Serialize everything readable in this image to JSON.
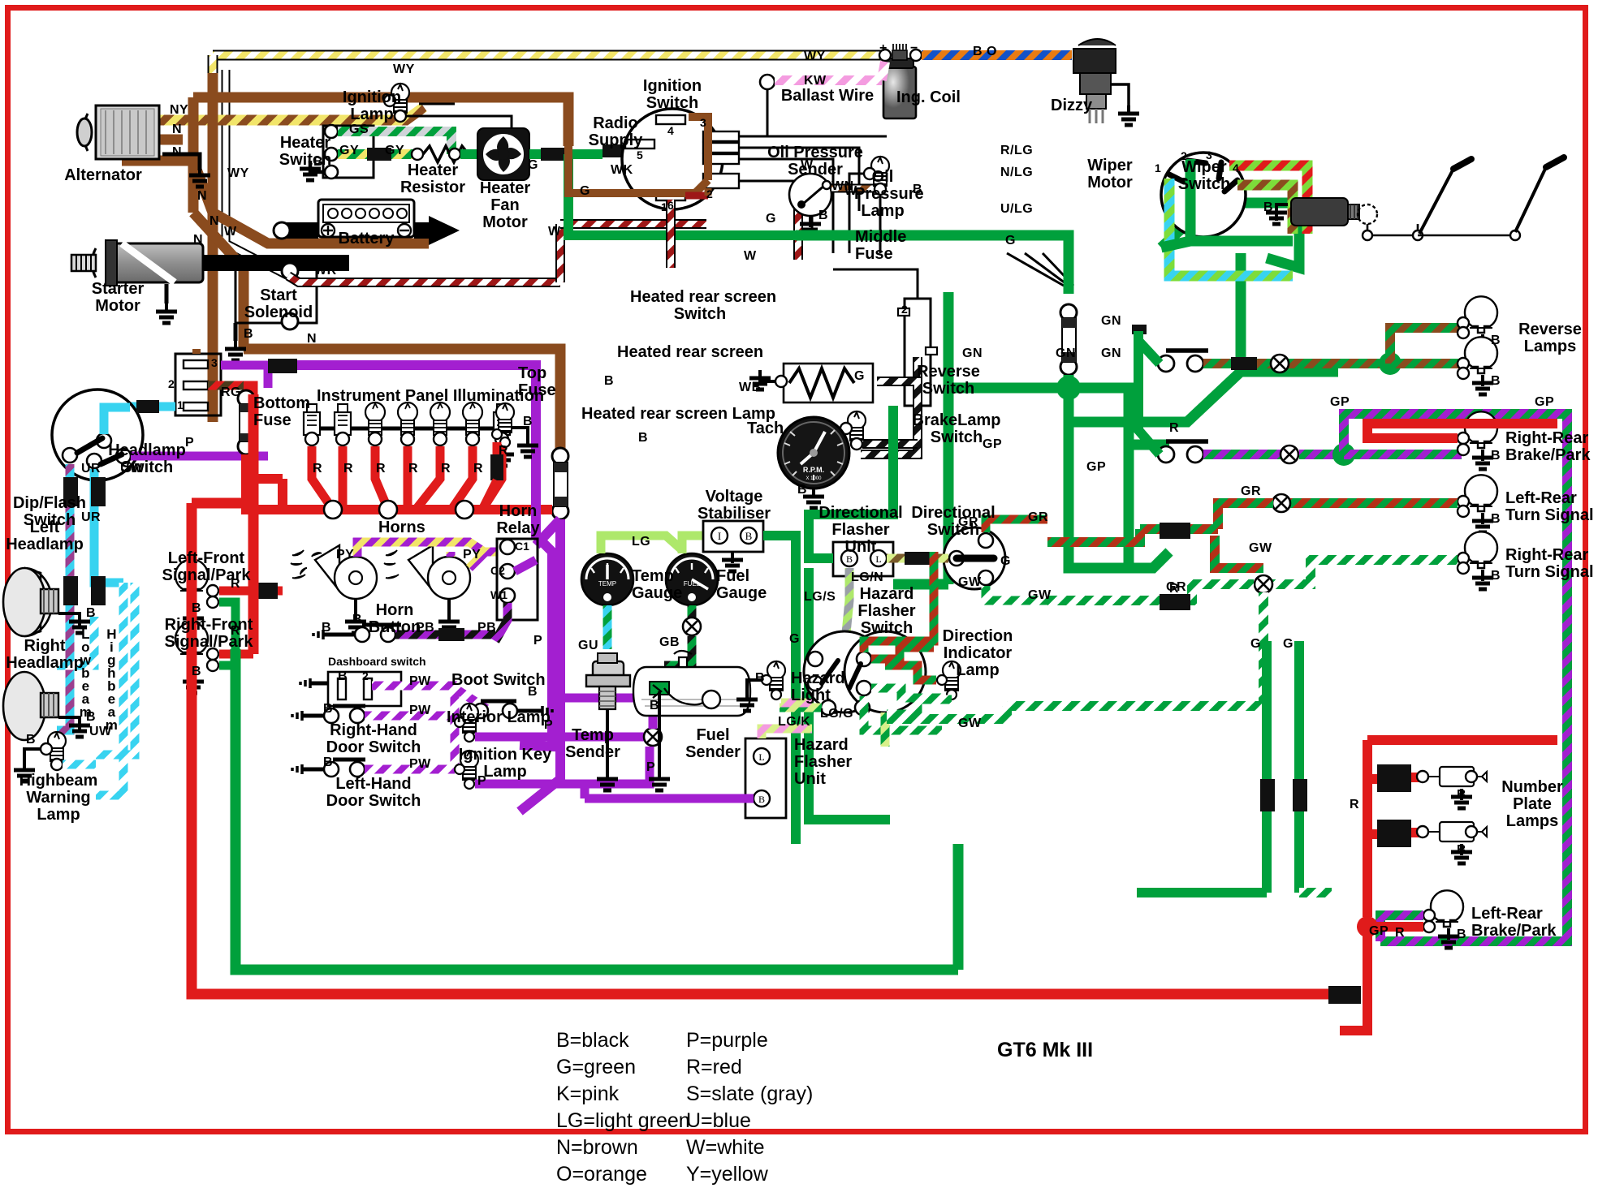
{
  "diagram": {
    "title": "GT6 Mk III",
    "legend": {
      "col1": [
        "B=black",
        "G=green",
        "K=pink",
        "LG=light green",
        "N=brown",
        "O=orange"
      ],
      "col2": [
        "P=purple",
        "R=red",
        "S=slate (gray)",
        "U=blue",
        "W=white",
        "Y=yellow"
      ]
    },
    "colors": {
      "black": "#000000",
      "green": "#00a03c",
      "light_green": "#aee86b",
      "pink": "#f49ce0",
      "brown": "#8a4b1e",
      "orange": "#e87b12",
      "purple": "#a31fd0",
      "red": "#e01b1b",
      "slate": "#9aa0a6",
      "blue": "#1352c8",
      "cyan": "#38d3f0",
      "white": "#ffffff",
      "yellow": "#f2e56a",
      "border": "#e01b1b"
    },
    "components": [
      {
        "id": "alternator",
        "label": "Alternator"
      },
      {
        "id": "starter-motor",
        "label": "Starter\nMotor"
      },
      {
        "id": "battery",
        "label": "Battery"
      },
      {
        "id": "start-solenoid",
        "label": "Start\nSolenoid"
      },
      {
        "id": "ignition-lamp",
        "label": "Ignition\nLamp"
      },
      {
        "id": "heater-switch",
        "label": "Heater\nSwitch"
      },
      {
        "id": "heater-resistor",
        "label": "Heater\nResistor"
      },
      {
        "id": "heater-fan-motor",
        "label": "Heater\nFan\nMotor"
      },
      {
        "id": "radio-supply",
        "label": "Radio\nSupply"
      },
      {
        "id": "ignition-switch",
        "label": "Ignition\nSwitch"
      },
      {
        "id": "ballast-wire",
        "label": "Ballast Wire"
      },
      {
        "id": "ing-coil",
        "label": "Ing. Coil"
      },
      {
        "id": "dizzy",
        "label": "Dizzy"
      },
      {
        "id": "oil-pressure-sender",
        "label": "Oil Pressure\nSender"
      },
      {
        "id": "oil-pressure-lamp",
        "label": "Oil\nPressure\nLamp"
      },
      {
        "id": "wiper-switch",
        "label": "Wiper\nSwitch"
      },
      {
        "id": "wiper-motor",
        "label": "Wiper\nMotor"
      },
      {
        "id": "middle-fuse",
        "label": "Middle\nFuse"
      },
      {
        "id": "top-fuse",
        "label": "Top\nFuse"
      },
      {
        "id": "bottom-fuse",
        "label": "Bottom\nFuse"
      },
      {
        "id": "heated-rear-screen-switch",
        "label": "Heated rear screen\nSwitch"
      },
      {
        "id": "heated-rear-screen",
        "label": "Heated rear screen"
      },
      {
        "id": "heated-rear-screen-lamp",
        "label": "Heated rear screen Lamp"
      },
      {
        "id": "tach",
        "label": "Tach"
      },
      {
        "id": "reverse-switch",
        "label": "Reverse\nSwitch"
      },
      {
        "id": "reverse-lamps",
        "label": "Reverse\nLamps"
      },
      {
        "id": "brake-lamp-switch",
        "label": "BrakeLamp\nSwitch"
      },
      {
        "id": "right-rear-brake-park",
        "label": "Right-Rear\nBrake/Park"
      },
      {
        "id": "left-rear-turn-signal",
        "label": "Left-Rear\nTurn Signal"
      },
      {
        "id": "right-rear-turn-signal",
        "label": "Right-Rear\nTurn Signal"
      },
      {
        "id": "left-rear-brake-park",
        "label": "Left-Rear\nBrake/Park"
      },
      {
        "id": "number-plate-lamps",
        "label": "Number\nPlate\nLamps"
      },
      {
        "id": "headlamp-switch",
        "label": "Headlamp\nSwitch"
      },
      {
        "id": "dip-flash-switch",
        "label": "Dip/Flash\nSwitch"
      },
      {
        "id": "left-headlamp",
        "label": "Left\nHeadlamp"
      },
      {
        "id": "right-headlamp",
        "label": "Right\nHeadlamp"
      },
      {
        "id": "highbeam-warning-lamp",
        "label": "Highbeam\nWarning\nLamp"
      },
      {
        "id": "instrument-panel-illumination",
        "label": "Instrument Panel Illumination"
      },
      {
        "id": "horns",
        "label": "Horns"
      },
      {
        "id": "horn-relay",
        "label": "Horn\nRelay"
      },
      {
        "id": "horn-button",
        "label": "Horn\nButton"
      },
      {
        "id": "left-front-signal-park",
        "label": "Left-Front\nSignal/Park"
      },
      {
        "id": "right-front-signal-park",
        "label": "Right-Front\nSignal/Park"
      },
      {
        "id": "dashboard-switch",
        "label": "Dashboard switch"
      },
      {
        "id": "right-hand-door-switch",
        "label": "Right-Hand\nDoor Switch"
      },
      {
        "id": "left-hand-door-switch",
        "label": "Left-Hand\nDoor Switch"
      },
      {
        "id": "boot-switch",
        "label": "Boot Switch"
      },
      {
        "id": "interior-lamp",
        "label": "Interior Lamp"
      },
      {
        "id": "ignition-key-lamp",
        "label": "Ignition Key\nLamp"
      },
      {
        "id": "temp-gauge",
        "label": "Temp\nGauge"
      },
      {
        "id": "fuel-gauge",
        "label": "Fuel\nGauge"
      },
      {
        "id": "voltage-stabiliser",
        "label": "Voltage\nStabiliser"
      },
      {
        "id": "temp-sender",
        "label": "Temp\nSender"
      },
      {
        "id": "fuel-sender",
        "label": "Fuel\nSender"
      },
      {
        "id": "directional-flasher-unit",
        "label": "Directional\nFlasher\nUnit"
      },
      {
        "id": "directional-switch",
        "label": "Directional\nSwitch"
      },
      {
        "id": "hazard-flasher-switch",
        "label": "Hazard\nFlasher\nSwitch"
      },
      {
        "id": "hazard-flasher-unit",
        "label": "Hazard\nFlasher\nUnit"
      },
      {
        "id": "hazard-light",
        "label": "Hazard\nLight"
      },
      {
        "id": "direction-indicator-lamp",
        "label": "Direction\nIndicator\nLamp"
      }
    ],
    "wire_codes": [
      "NY",
      "N",
      "WY",
      "WR",
      "GS",
      "GY",
      "G",
      "W",
      "WK",
      "KW",
      "B O",
      "R/LG",
      "N/LG",
      "U/LG",
      "WN",
      "GN",
      "GP",
      "GR",
      "GW",
      "R",
      "P",
      "UR",
      "UW",
      "RG",
      "PY",
      "PB",
      "PW",
      "LG",
      "LG/N",
      "LG/S",
      "LG/G",
      "LG/K",
      "GU",
      "GB",
      "WB",
      "B"
    ],
    "pin_labels": {
      "ignition_switch": [
        "1",
        "2",
        "3",
        "4",
        "5",
        "6"
      ],
      "wiper_switch": [
        "1",
        "2",
        "3",
        "4"
      ],
      "headlamp_switch": [
        "1",
        "2",
        "3"
      ],
      "horn_relay": [
        "C1",
        "C2",
        "W1"
      ],
      "voltage_stabiliser": [
        "I",
        "B"
      ],
      "directional_flasher_unit": [
        "B",
        "L"
      ],
      "hazard_flasher_unit": [
        "L",
        "B"
      ],
      "heated_rear_screen_switch": [
        "2"
      ],
      "dashboard_switch": [
        "2"
      ]
    },
    "tach_face": {
      "unit": "R.P.M.",
      "multiplier": "X 1000",
      "ticks": [
        "0",
        "1",
        "2",
        "3",
        "4",
        "5",
        "6",
        "7",
        "8"
      ]
    },
    "beam_labels": [
      "Lowbeam",
      "Highbeam"
    ],
    "ground_symbol_label": "B",
    "coil_terminals": [
      "+",
      "−"
    ]
  }
}
